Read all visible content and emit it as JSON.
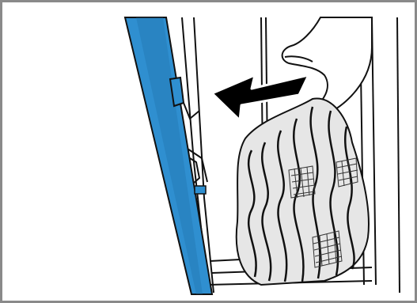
{
  "diagram": {
    "kind": "appliance-instruction-illustration",
    "description_text": "",
    "colors": {
      "frame": "#8a8a8a",
      "door_blue": "#2f8fd0",
      "door_blue_dark": "#1f6fa8",
      "outline": "#111111",
      "fabric_fill": "#e6e6e6",
      "mesh": "#333333",
      "arrow": "#000000",
      "background": "#ffffff"
    },
    "icons": [
      "open-door",
      "fridge-interior",
      "pull-direction-arrow",
      "hand",
      "fabric-bag",
      "mesh-pattern"
    ]
  }
}
